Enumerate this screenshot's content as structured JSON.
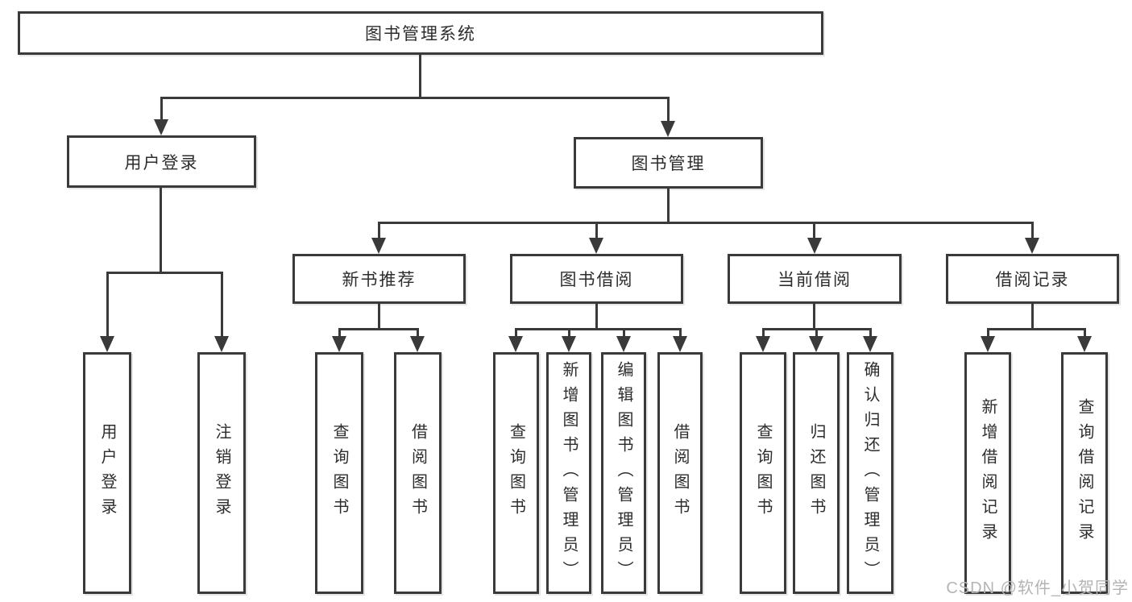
{
  "diagram": {
    "root": "图书管理系统",
    "branches": [
      {
        "label": "用户登录",
        "leaves": [
          "用户登录",
          "注销登录"
        ]
      },
      {
        "label": "图书管理",
        "sections": [
          {
            "label": "新书推荐",
            "leaves": [
              "查询图书",
              "借阅图书"
            ]
          },
          {
            "label": "图书借阅",
            "leaves": [
              "查询图书",
              "新增图书（管理员）",
              "编辑图书（管理员）",
              "借阅图书"
            ]
          },
          {
            "label": "当前借阅",
            "leaves": [
              "查询图书",
              "归还图书",
              "确认归还（管理员）"
            ]
          },
          {
            "label": "借阅记录",
            "leaves": [
              "新增借阅记录",
              "查询借阅记录"
            ]
          }
        ]
      }
    ]
  },
  "watermark": "CSDN @软件_小贺同学",
  "colors": {
    "line": "#3a3a3a",
    "text": "#2d2d2d",
    "background": "#ffffff",
    "watermark": "#b4b4b4"
  }
}
